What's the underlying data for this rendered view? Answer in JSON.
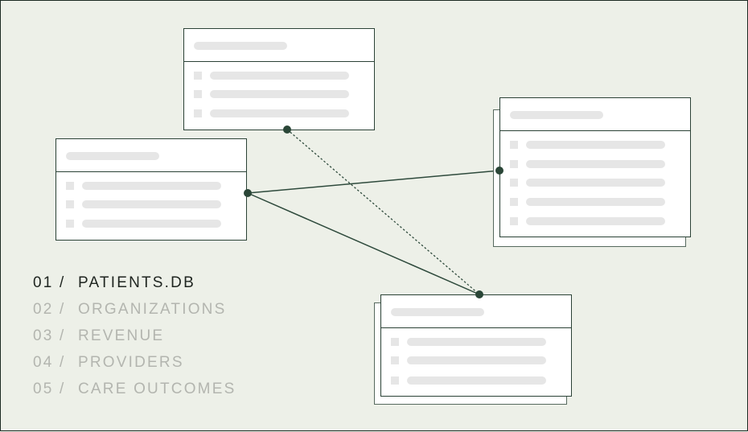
{
  "colors": {
    "background": "#edf0e8",
    "card_border": "#2b4236",
    "connector": "#2e4a3c",
    "placeholder": "#e6e6e6",
    "nav_active": "#1f2520",
    "nav_inactive": "#b3b5af"
  },
  "nav": {
    "items": [
      {
        "num": "01 /",
        "label": "PATIENTS.DB",
        "active": true
      },
      {
        "num": "02 /",
        "label": "ORGANIZATIONS",
        "active": false
      },
      {
        "num": "03 /",
        "label": "REVENUE",
        "active": false
      },
      {
        "num": "04 /",
        "label": "PROVIDERS",
        "active": false
      },
      {
        "num": "05 /",
        "label": "CARE OUTCOMES",
        "active": false
      }
    ]
  },
  "tables": [
    {
      "id": "top",
      "rows": 3,
      "stacked": false
    },
    {
      "id": "left",
      "rows": 3,
      "stacked": false
    },
    {
      "id": "right",
      "rows": 5,
      "stacked": true
    },
    {
      "id": "bottom",
      "rows": 3,
      "stacked": true
    }
  ],
  "connections": [
    {
      "from": "left",
      "to": "right",
      "style": "solid"
    },
    {
      "from": "left",
      "to": "bottom",
      "style": "solid"
    },
    {
      "from": "top",
      "to": "bottom",
      "style": "dotted"
    }
  ]
}
